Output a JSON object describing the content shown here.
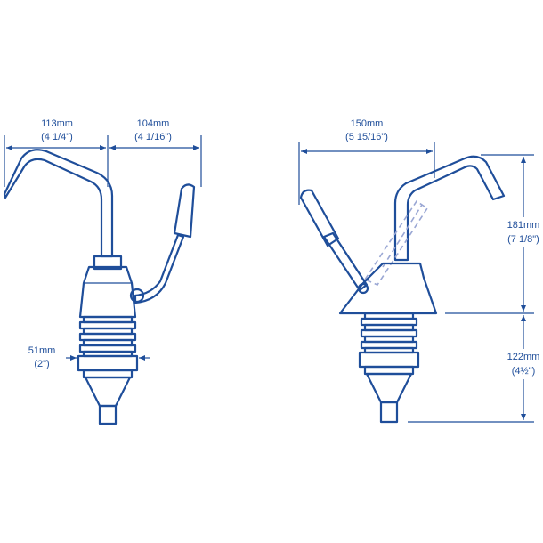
{
  "colors": {
    "line": "#1f4e9a",
    "ghost": "#9aa7d4",
    "background": "#ffffff"
  },
  "front_view": {
    "spout_reach": {
      "metric": "113mm",
      "imperial": "(4 1/4\")"
    },
    "handle_reach": {
      "metric": "104mm",
      "imperial": "(4 1/16\")"
    },
    "base_diameter": {
      "metric": "51mm",
      "imperial": "(2\")"
    }
  },
  "side_view": {
    "width": {
      "metric": "150mm",
      "imperial": "(5 15/16\")"
    },
    "upper_height": {
      "metric": "181mm",
      "imperial": "(7 1/8\")"
    },
    "lower_height": {
      "metric": "122mm",
      "imperial": "(4½\")"
    }
  }
}
